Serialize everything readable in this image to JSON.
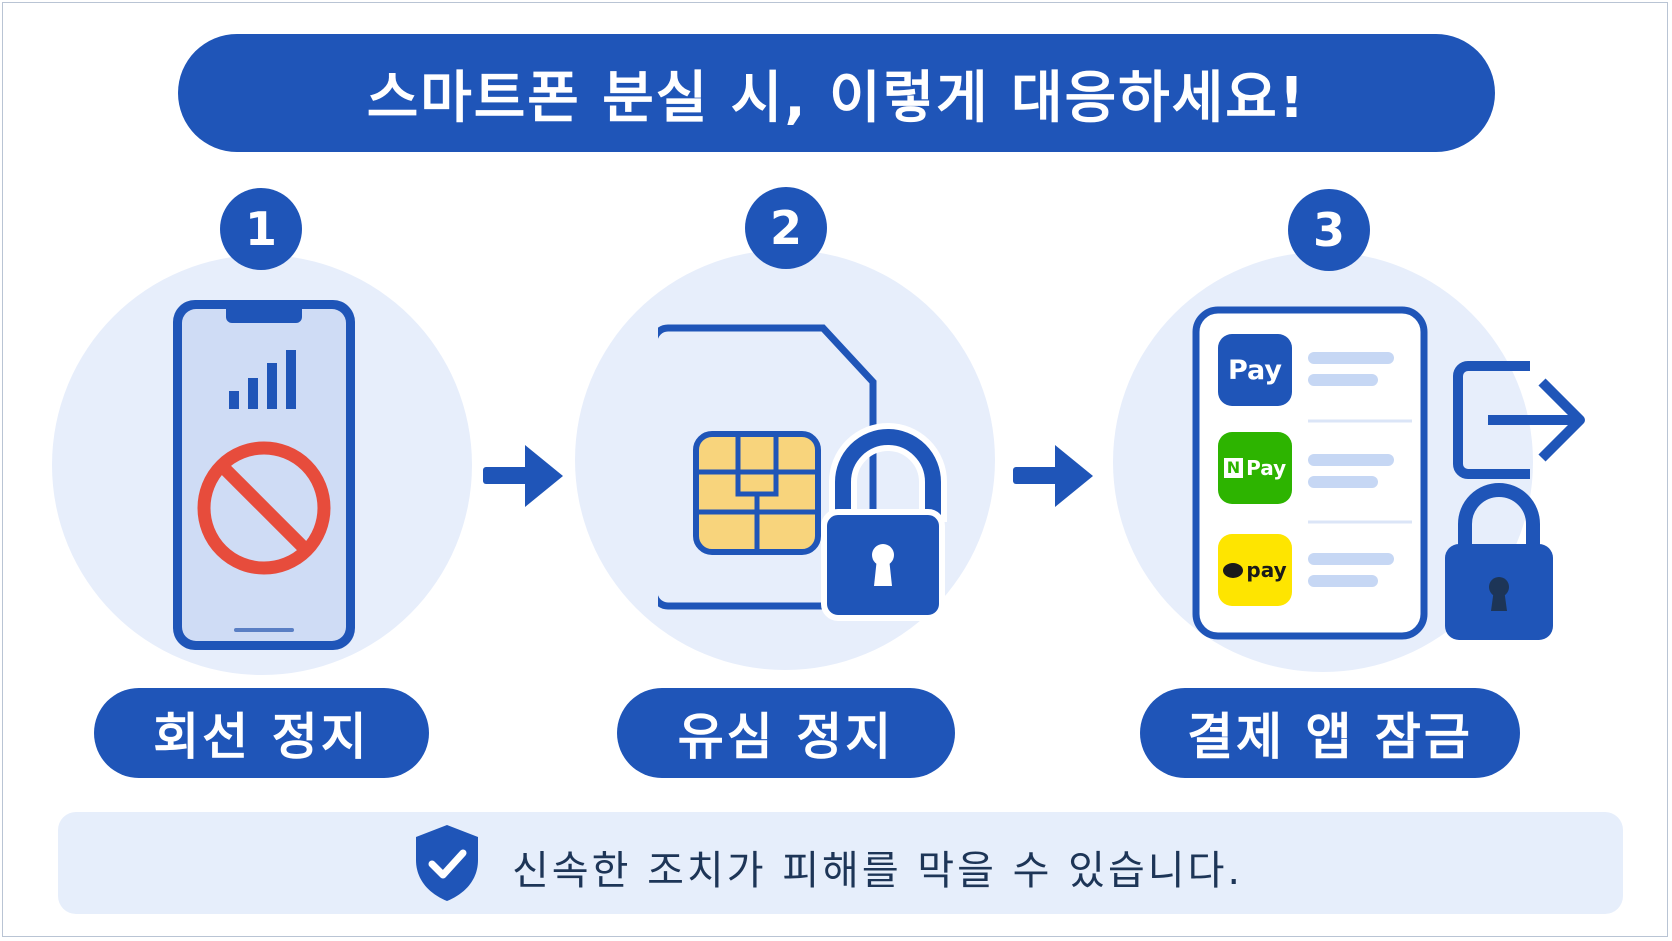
{
  "title": "스마트폰 분실 시, 이렇게 대응하세요!",
  "steps": [
    {
      "number": "1",
      "label": "회선 정지",
      "icon": "phone-blocked-icon"
    },
    {
      "number": "2",
      "label": "유심 정지",
      "icon": "sim-lock-icon"
    },
    {
      "number": "3",
      "label": "결제 앱 잠금",
      "icon": "payment-lock-icon"
    }
  ],
  "payment_apps": {
    "app1": "Pay",
    "app2_logo": "N",
    "app2": "Pay",
    "app3": "pay"
  },
  "footer": {
    "text": "신속한 조치가 피해를 막을 수 있습니다.",
    "icon": "shield-check-icon"
  },
  "colors": {
    "primary": "#1f55b8",
    "circle_bg": "#e7eefb",
    "prohibit_red": "#e74c3c",
    "sim_chip": "#f8d47c",
    "npay_green": "#2db400",
    "kakao_yellow": "#fee500"
  }
}
